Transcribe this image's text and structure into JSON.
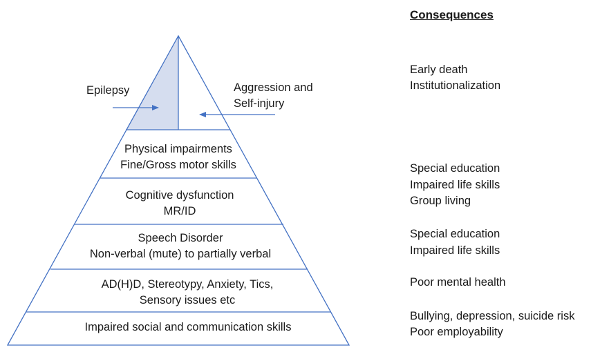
{
  "pyramid": {
    "top": {
      "left_label": "Epilepsy",
      "right_label_line1": "Aggression and",
      "right_label_line2": "Self-injury"
    },
    "levels": [
      {
        "line1": "Physical impairments",
        "line2": "Fine/Gross motor skills"
      },
      {
        "line1": "Cognitive dysfunction",
        "line2": "MR/ID"
      },
      {
        "line1": "Speech Disorder",
        "line2": "Non-verbal (mute) to partially verbal"
      },
      {
        "line1": "AD(H)D,  Stereotypy,  Anxiety, Tics,",
        "line2": "Sensory issues etc"
      },
      {
        "line1": "Impaired social and communication skills"
      }
    ]
  },
  "consequences": {
    "heading": "Consequences",
    "groups": [
      {
        "lines": [
          "Early death",
          "Institutionalization"
        ]
      },
      {
        "lines": [
          "Special education",
          "Impaired life skills",
          "Group living"
        ]
      },
      {
        "lines": [
          "Special education",
          "Impaired life skills"
        ]
      },
      {
        "lines": [
          "Poor mental health"
        ]
      },
      {
        "lines": [
          "Bullying, depression, suicide risk",
          "Poor employability"
        ]
      }
    ]
  },
  "colors": {
    "stroke": "#4472C4",
    "highlight_fill": "#D5DDEF",
    "text": "#1a1a1a"
  }
}
